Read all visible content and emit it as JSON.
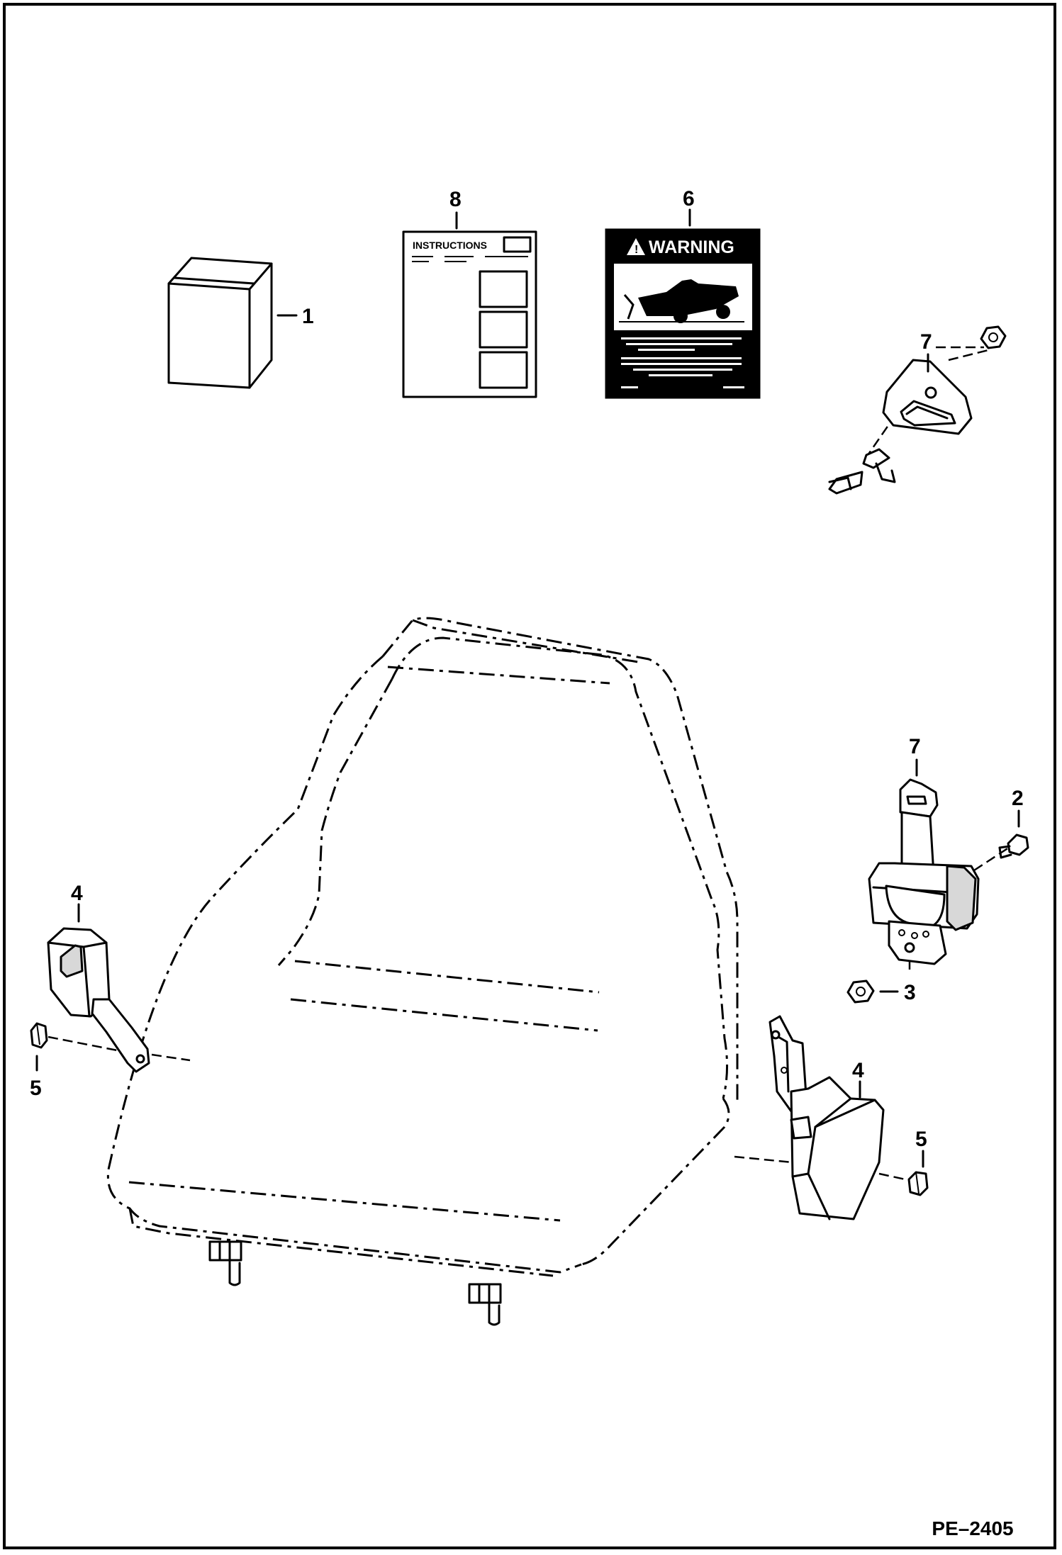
{
  "callouts": {
    "box": "1",
    "instructions_manual": "8",
    "warning_decal": "6",
    "anchor_plate": "7",
    "retractor": "7",
    "retractor_bolt": "2",
    "retractor_nut": "3",
    "left_buckle": "4",
    "right_buckle": "4",
    "left_nut": "5",
    "right_nut": "5"
  },
  "manual": {
    "title": "INSTRUCTIONS"
  },
  "decal": {
    "header": "WARNING"
  },
  "reference": {
    "code": "PE–2405"
  }
}
